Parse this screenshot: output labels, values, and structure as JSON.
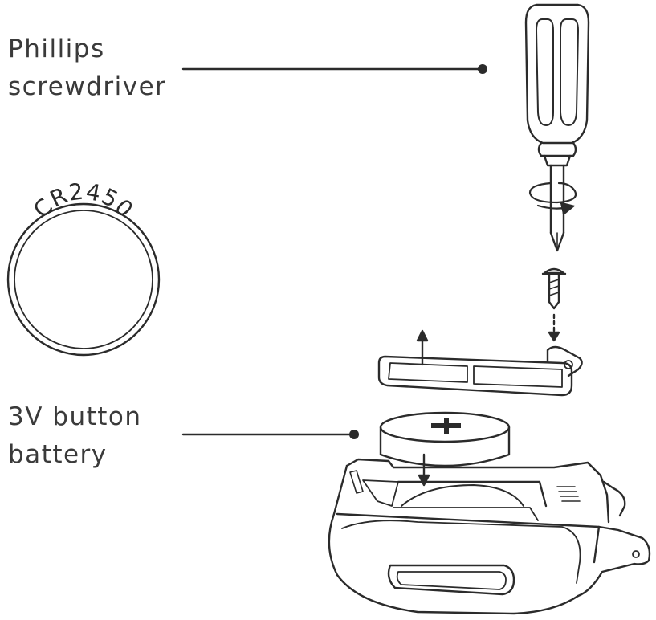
{
  "callouts": {
    "tool": {
      "line1": "Phillips",
      "line2": "screwdriver"
    },
    "battery": {
      "line1": "3V button",
      "line2": "battery"
    }
  },
  "coin_cell": {
    "marking": "CR2450"
  },
  "colors": {
    "line": "#2b2b2b",
    "fill": "#ffffff",
    "text": "#3a3a3a"
  }
}
